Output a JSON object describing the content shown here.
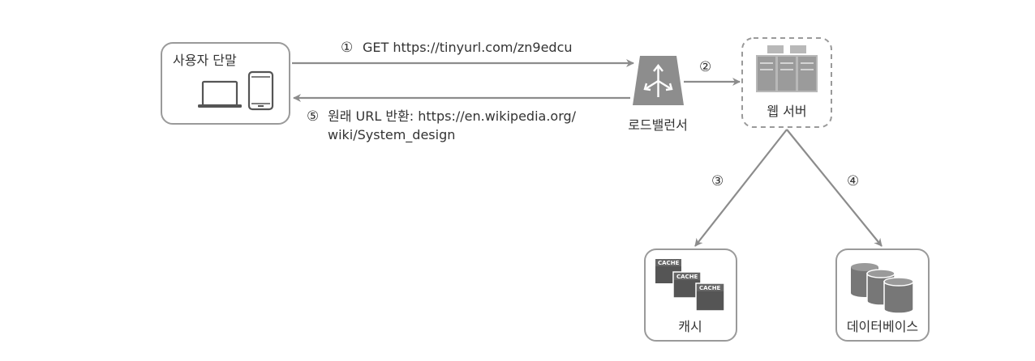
{
  "nodes": {
    "client": {
      "label": "사용자 단말"
    },
    "load_balancer": {
      "label": "로드밸런서"
    },
    "web_server": {
      "label": "웹 서버"
    },
    "cache": {
      "label": "캐시",
      "icon_text": "CACHE"
    },
    "database": {
      "label": "데이터베이스"
    }
  },
  "edges": {
    "request": {
      "step": "①",
      "label": "GET https://tinyurl.com/zn9edcu"
    },
    "lb_to_server": {
      "step": "②"
    },
    "server_to_cache": {
      "step": "③"
    },
    "server_to_db": {
      "step": "④"
    },
    "response": {
      "step": "⑤",
      "label_line1": "원래 URL 반환: https://en.wikipedia.org/",
      "label_line2": "wiki/System_design"
    }
  },
  "colors": {
    "stroke": "#9a9a9a",
    "arrow": "#8c8c8c",
    "icon_dark": "#555555",
    "icon_gray": "#8d8d8d",
    "server_light": "#b8b8b8",
    "server_dark": "#9b9b9b",
    "text": "#333333"
  },
  "icons": {
    "client": [
      "laptop-icon",
      "tablet-icon"
    ],
    "load_balancer": "load-balancer-icon",
    "web_server": "server-rack-icon",
    "cache": "cache-stack-icon",
    "database": "database-stack-icon"
  }
}
